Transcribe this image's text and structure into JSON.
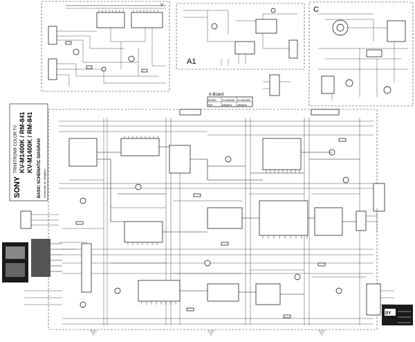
{
  "diagram": {
    "brand": "SONY",
    "product_line": "TRINITRON® COLOR TV",
    "models_line1": "KV-M1400K / RM-841",
    "models_line2": "KV-M1400K / RM-841",
    "title": "BASIC SCHEMATIC DIAGRAM",
    "subtitle": "Schematic for (Illegible)"
  },
  "boards": {
    "v_label": "V",
    "a1_label": "A1",
    "c_label": "C",
    "dy_label": "DY",
    "a_board_label": "A Board"
  },
  "a_board_table": {
    "headers": [
      "MODEL",
      "KV-M1400K",
      "KV-M1400B"
    ],
    "row": [
      "Part",
      "(illegible)",
      "(illegible)"
    ]
  }
}
